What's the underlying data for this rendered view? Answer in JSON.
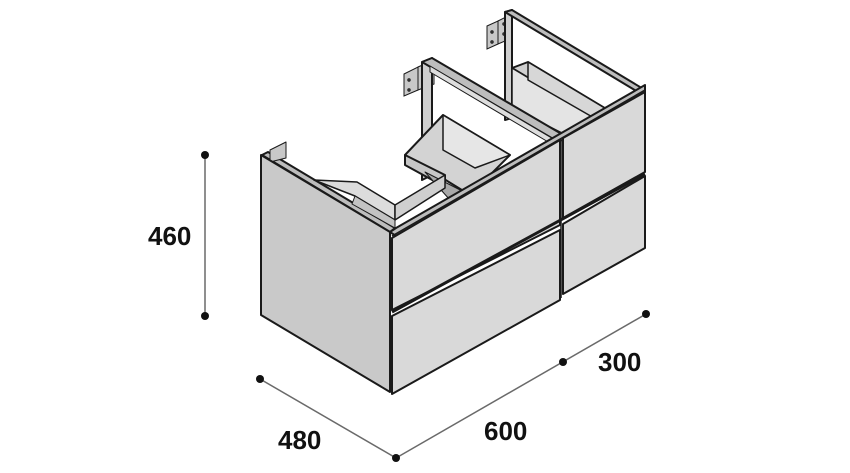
{
  "diagram": {
    "subject": "wall-hung vanity base unit, 2 sinks cut-out, 4 drawers",
    "colors": {
      "panel_side": "#c9c9c9",
      "panel_front": "#d9d9d9",
      "panel_top": "#c2c2c2",
      "inner": "#e2e2e2",
      "outline": "#1a1a1a",
      "dimension_line": "#6a6a6a",
      "dimension_dot": "#111111",
      "text": "#111111"
    },
    "dimensions": {
      "height": {
        "label": "460"
      },
      "depth": {
        "label": "480"
      },
      "width": {
        "label": "600"
      },
      "module_width": {
        "label": "300"
      }
    }
  }
}
